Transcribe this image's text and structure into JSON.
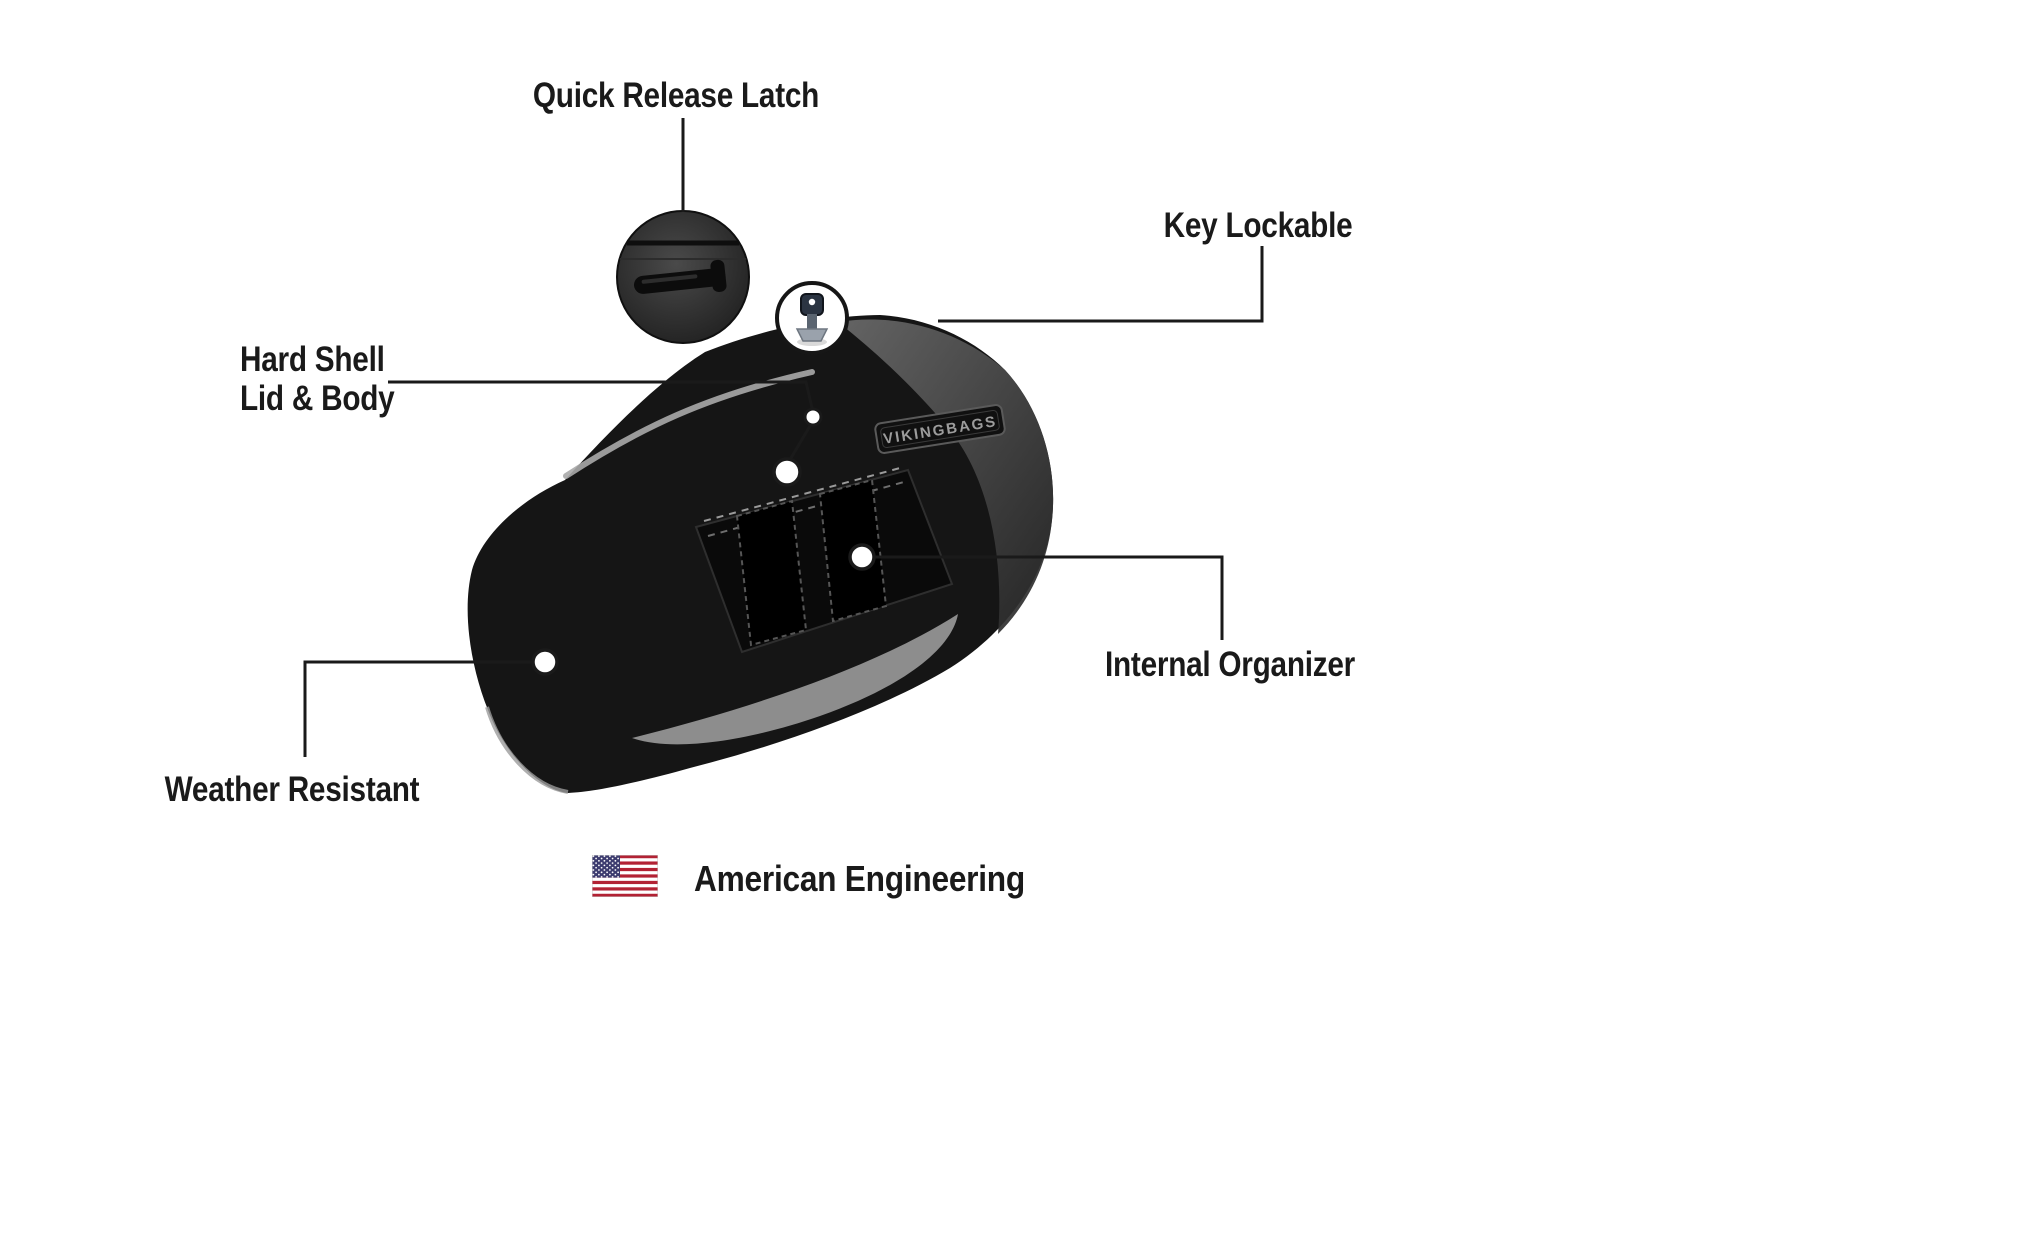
{
  "callouts": {
    "quick_release": "Quick Release Latch",
    "key_lockable": "Key Lockable",
    "hard_shell_1": "Hard Shell",
    "hard_shell_2": "Lid & Body",
    "internal_organizer": "Internal Organizer",
    "weather_resistant": "Weather Resistant"
  },
  "footer": {
    "text": "American Engineering"
  },
  "bag": {
    "logo": "VIKINGBAGS"
  },
  "icons": {
    "flag": "us-flag-icon",
    "key": "key-icon",
    "latch_inset": "quick-release-latch-inset"
  },
  "colors": {
    "label_text": "#1a1a1a",
    "bag_black": "#151515",
    "accent_gray": "#8d8d8d",
    "flag_red": "#B22234",
    "flag_blue": "#3C3B6E"
  }
}
